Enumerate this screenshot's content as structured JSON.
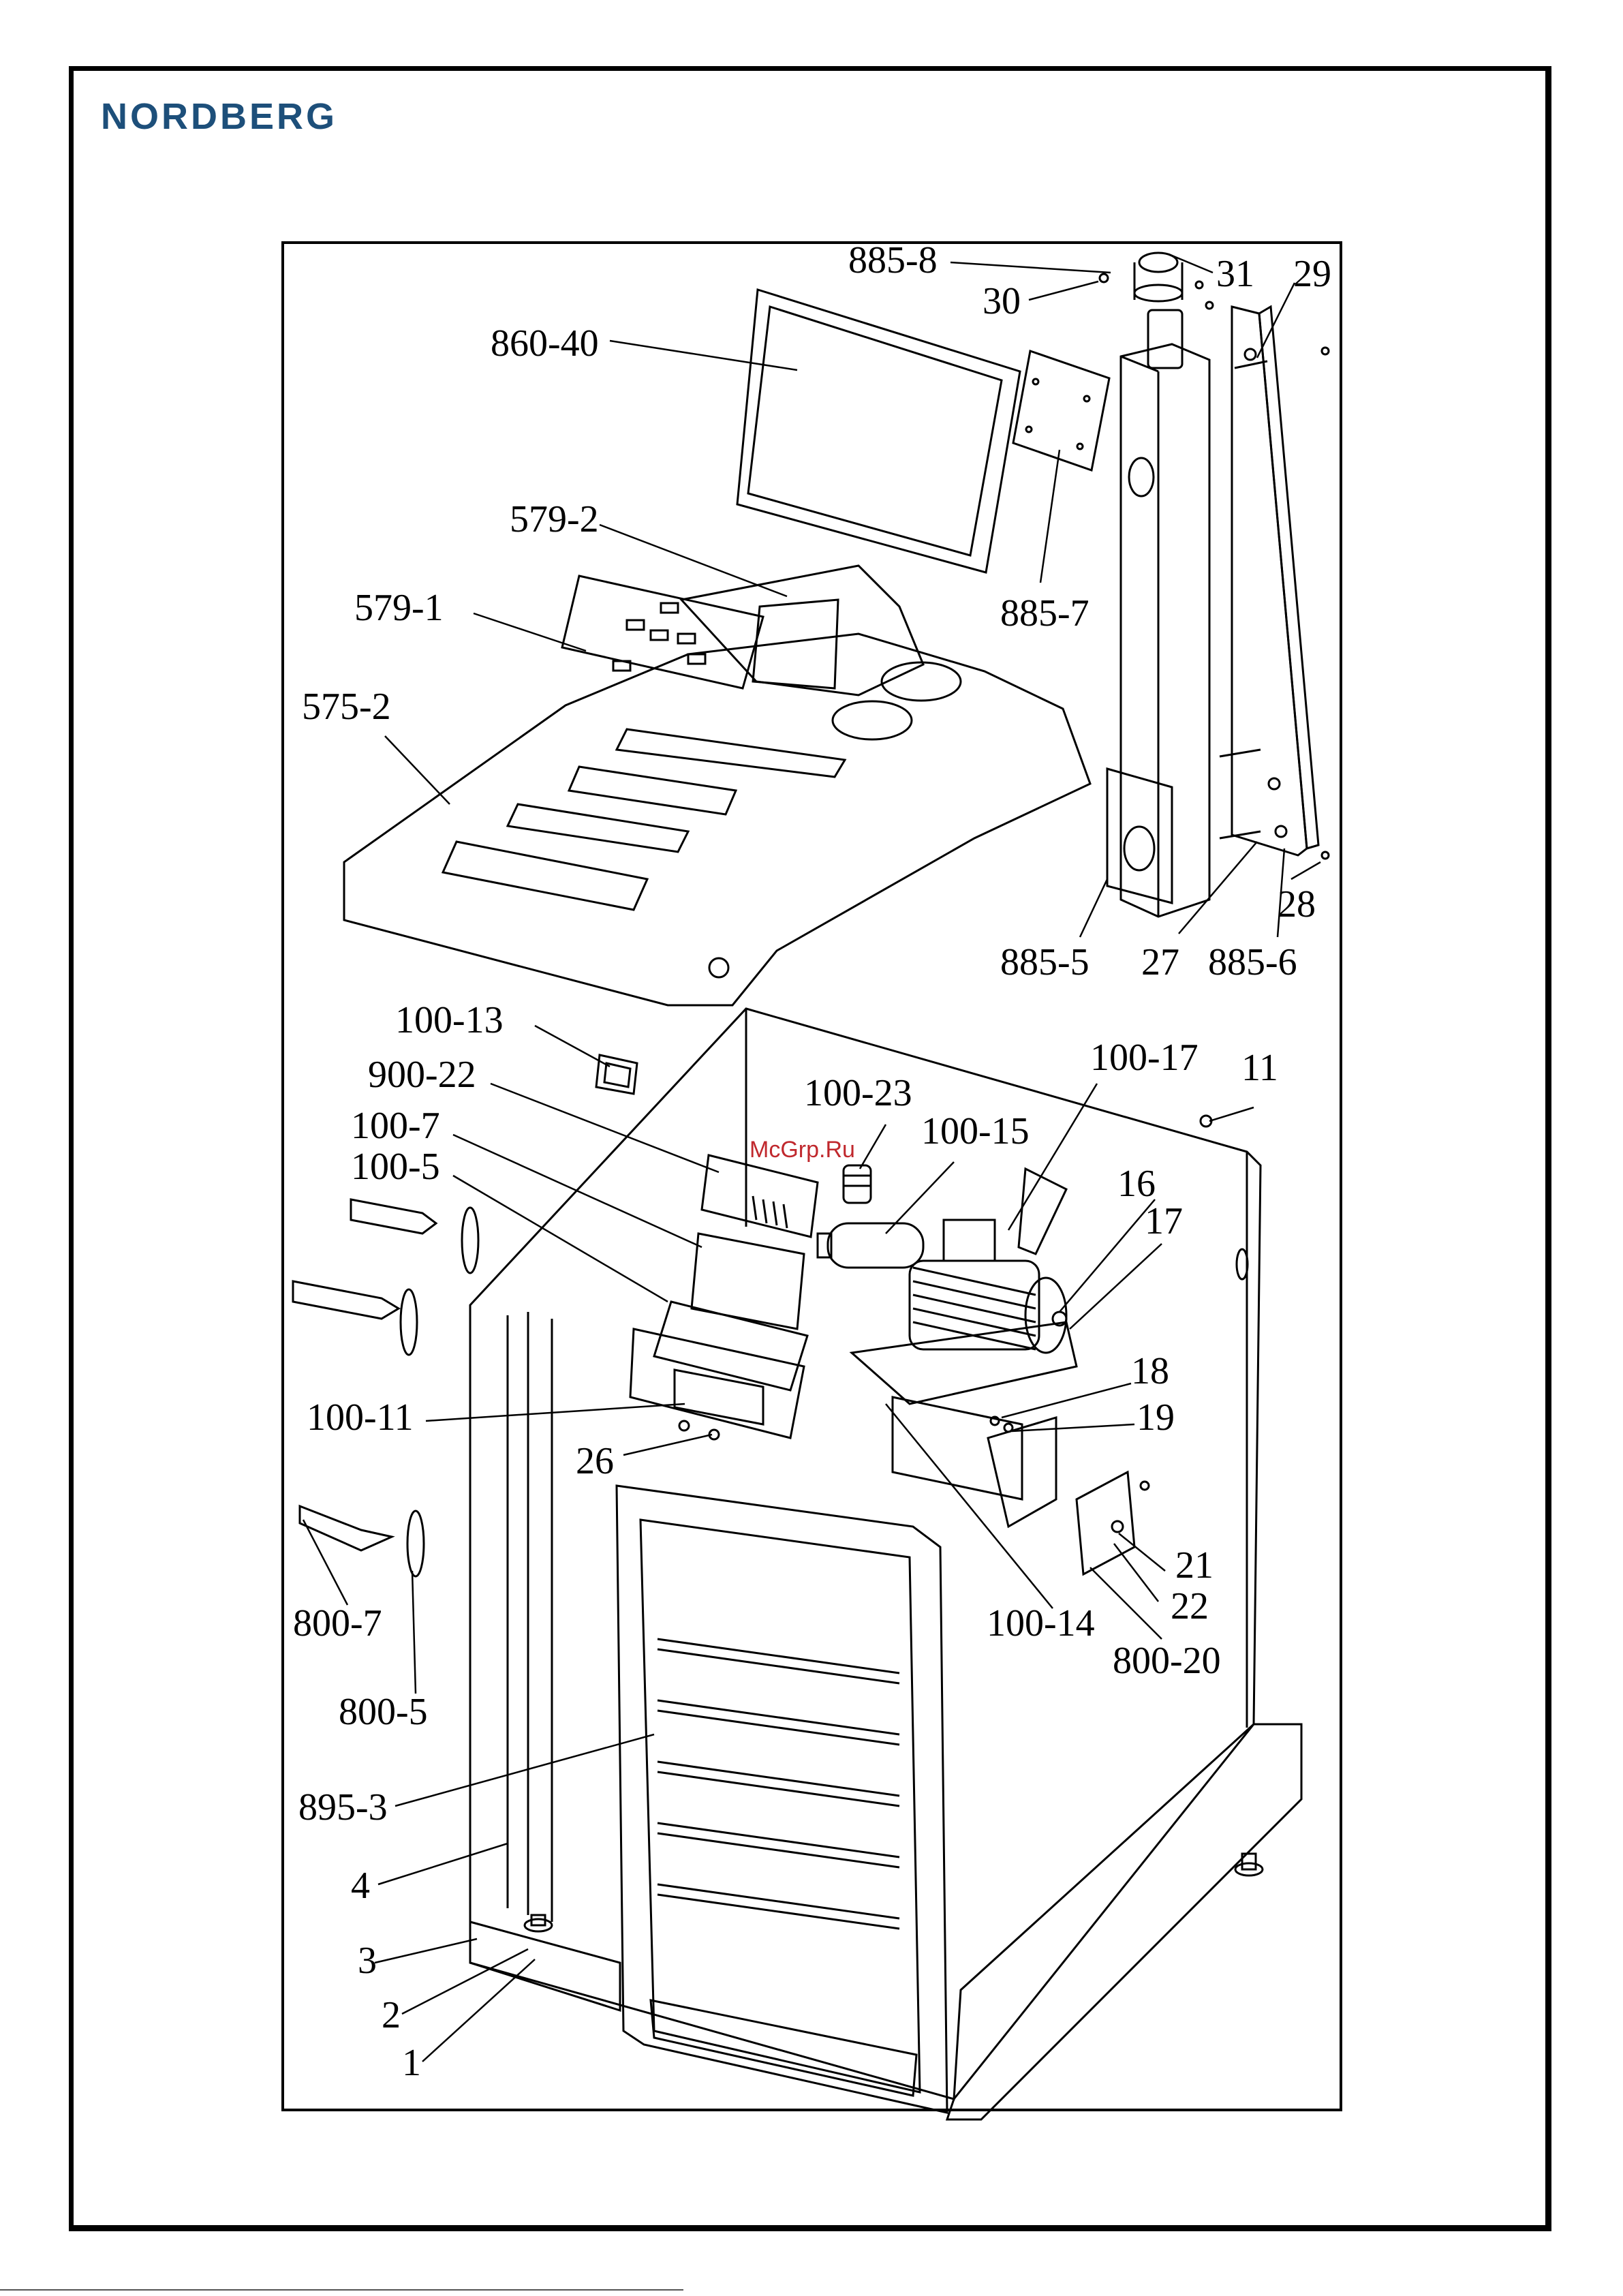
{
  "brand": {
    "logo_text": "NORDBERG",
    "color": "#1d4f7a"
  },
  "watermark": {
    "text": "McGrp.Ru",
    "color": "#c0282d"
  },
  "callouts": {
    "c885_8": "885-8",
    "c30": "30",
    "c31": "31",
    "c29": "29",
    "c860_40": "860-40",
    "c579_2": "579-2",
    "c579_1": "579-1",
    "c575_2": "575-2",
    "c885_7": "885-7",
    "c28": "28",
    "c885_5": "885-5",
    "c27": "27",
    "c885_6": "885-6",
    "c100_13": "100-13",
    "c900_22": "900-22",
    "c100_7": "100-7",
    "c100_5": "100-5",
    "c100_23": "100-23",
    "c100_15": "100-15",
    "c100_17": "100-17",
    "c11": "11",
    "c16": "16",
    "c17": "17",
    "c18": "18",
    "c19": "19",
    "c100_11": "100-11",
    "c26": "26",
    "c21": "21",
    "c22": "22",
    "c800_7": "800-7",
    "c100_14": "100-14",
    "c800_20": "800-20",
    "c800_5": "800-5",
    "c895_3": "895-3",
    "c4": "4",
    "c3": "3",
    "c2": "2",
    "c1": "1"
  }
}
